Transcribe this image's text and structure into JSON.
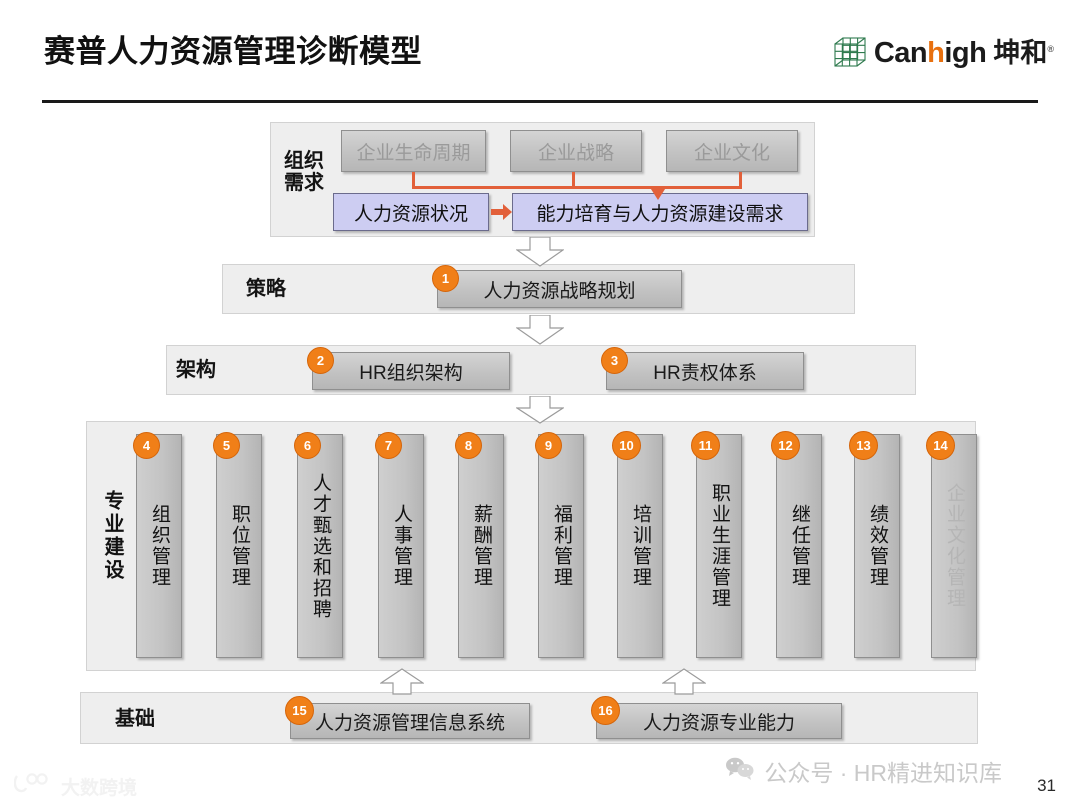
{
  "header": {
    "title": "赛普人力资源管理诊断模型",
    "brand_word_1": "Can",
    "brand_word_hl": "h",
    "brand_word_2": "igh",
    "brand_cn": "坤和",
    "brand_reg": "®",
    "logo_icon": "green-cube-icon"
  },
  "colors": {
    "accent_orange": "#f07f18",
    "connector_orange": "#e2603a",
    "purple_box": "#cdcdf2",
    "gray_box": "#c2c2c2",
    "band_bg": "#eeeeee",
    "brand_green": "#2f7a4e",
    "brand_highlight": "#e8700f"
  },
  "sections": {
    "demand": {
      "label": "组织\n需求",
      "top_boxes": [
        {
          "text": "企业生命周期",
          "muted": true
        },
        {
          "text": "企业战略",
          "muted": true
        },
        {
          "text": "企业文化",
          "muted": true
        }
      ],
      "bottom_boxes": [
        {
          "text": "人力资源状况"
        },
        {
          "text": "能力培育与人力资源建设需求"
        }
      ]
    },
    "strategy": {
      "label": "策略",
      "items": [
        {
          "num": "1",
          "text": "人力资源战略规划"
        }
      ]
    },
    "architecture": {
      "label": "架构",
      "items": [
        {
          "num": "2",
          "text": "HR组织架构"
        },
        {
          "num": "3",
          "text": "HR责权体系"
        }
      ]
    },
    "professional": {
      "label": "专业建设",
      "items": [
        {
          "num": "4",
          "text": "组织管理",
          "muted": false
        },
        {
          "num": "5",
          "text": "职位管理",
          "muted": false
        },
        {
          "num": "6",
          "text": "人才甄选和招聘",
          "muted": false
        },
        {
          "num": "7",
          "text": "人事管理",
          "muted": false
        },
        {
          "num": "8",
          "text": "薪酬管理",
          "muted": false
        },
        {
          "num": "9",
          "text": "福利管理",
          "muted": false
        },
        {
          "num": "10",
          "text": "培训管理",
          "muted": false
        },
        {
          "num": "11",
          "text": "职业生涯管理",
          "muted": false
        },
        {
          "num": "12",
          "text": "继任管理",
          "muted": false
        },
        {
          "num": "13",
          "text": "绩效管理",
          "muted": false
        },
        {
          "num": "14",
          "text": "企业文化管理",
          "muted": true
        }
      ]
    },
    "foundation": {
      "label": "基础",
      "items": [
        {
          "num": "15",
          "text": "人力资源管理信息系统"
        },
        {
          "num": "16",
          "text": "人力资源专业能力"
        }
      ]
    }
  },
  "watermarks": {
    "right_text": "公众号 · HR精进知识库",
    "right_icon": "wechat-icon",
    "left_text": "大数跨境",
    "left_icon": "dashu-logo-icon"
  },
  "page_number": "31"
}
